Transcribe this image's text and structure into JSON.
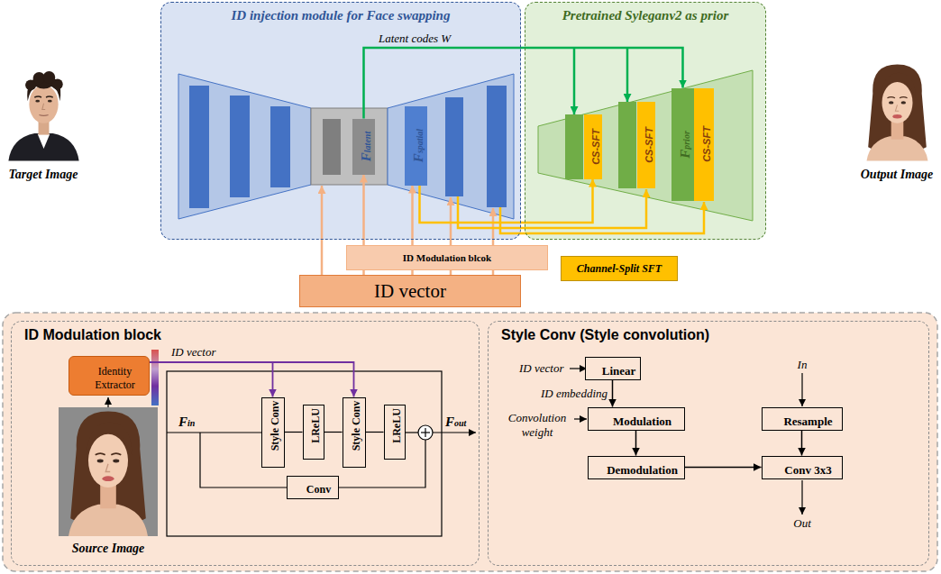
{
  "diagram": {
    "nodes": [
      {
        "text": [
          "ID injection module for Face swapping"
        ]
      },
      {
        "text": [
          "Flatent"
        ],
        "in": 0
      },
      {
        "text": [
          "Fspatial"
        ],
        "in": 0
      },
      {
        "text": [
          "Pretrained Syleganv2 as prior"
        ]
      },
      {
        "text": [
          "CS-SFT"
        ],
        "in": 3
      },
      {
        "text": [
          "CS-SFT"
        ],
        "in": 3
      },
      {
        "text": [
          "Fprior"
        ],
        "in": 3
      },
      {
        "text": [
          "CS-SFT"
        ],
        "in": 3
      },
      {
        "text": [
          "ID Modulation blcok"
        ]
      },
      {
        "text": [
          "ID vector"
        ]
      },
      {
        "text": [
          "Channel-Split SFT"
        ]
      },
      {
        "text": [
          "ID Modulation block"
        ]
      },
      {
        "text": [
          "Identity Extractor"
        ],
        "in": 11
      },
      {
        "text": [
          "Style Conv"
        ],
        "in": 11
      },
      {
        "text": [
          "LReLU"
        ],
        "in": 11
      },
      {
        "text": [
          "Style Conv"
        ],
        "in": 11
      },
      {
        "text": [
          "LReLU"
        ],
        "in": 11
      },
      {
        "text": [
          "Conv"
        ],
        "in": 11
      },
      {
        "text": [
          "Style Conv (Style convolution)"
        ]
      },
      {
        "text": [
          "Linear"
        ],
        "in": 18
      },
      {
        "text": [
          "Modulation"
        ],
        "in": 18
      },
      {
        "text": [
          "Resample"
        ],
        "in": 18
      },
      {
        "text": [
          "Demodulation"
        ],
        "in": 18
      },
      {
        "text": [
          "Conv 3x3"
        ],
        "in": 18
      }
    ],
    "edges": [
      {
        "from": 9,
        "to": 1,
        "arrow": "to"
      },
      {
        "from": 9,
        "to": 2,
        "arrow": "to"
      },
      {
        "from": 1,
        "to": 6,
        "label": "Latent codes W",
        "arrow": "to"
      },
      {
        "from": 2,
        "to": 4,
        "arrow": "to"
      },
      {
        "from": 12,
        "to": 13,
        "label": "ID vector",
        "arrow": "to"
      },
      {
        "from": 12,
        "to": 15,
        "arrow": "to"
      },
      {
        "from": 13,
        "to": 14,
        "arrow": "none"
      },
      {
        "from": 14,
        "to": 15,
        "arrow": "none"
      },
      {
        "from": 15,
        "to": 16,
        "arrow": "none"
      },
      {
        "from": 19,
        "to": 20,
        "label": "ID embedding",
        "arrow": "to"
      },
      {
        "from": 20,
        "to": 22,
        "arrow": "to"
      },
      {
        "from": 21,
        "to": 23,
        "arrow": "to"
      },
      {
        "from": 22,
        "to": 23,
        "arrow": "to"
      }
    ],
    "labels": [
      "Target Image",
      "Output Image",
      "Fin",
      "Fout",
      "Source Image",
      "ID vector",
      "In",
      "Convolution weight",
      "Out"
    ]
  }
}
